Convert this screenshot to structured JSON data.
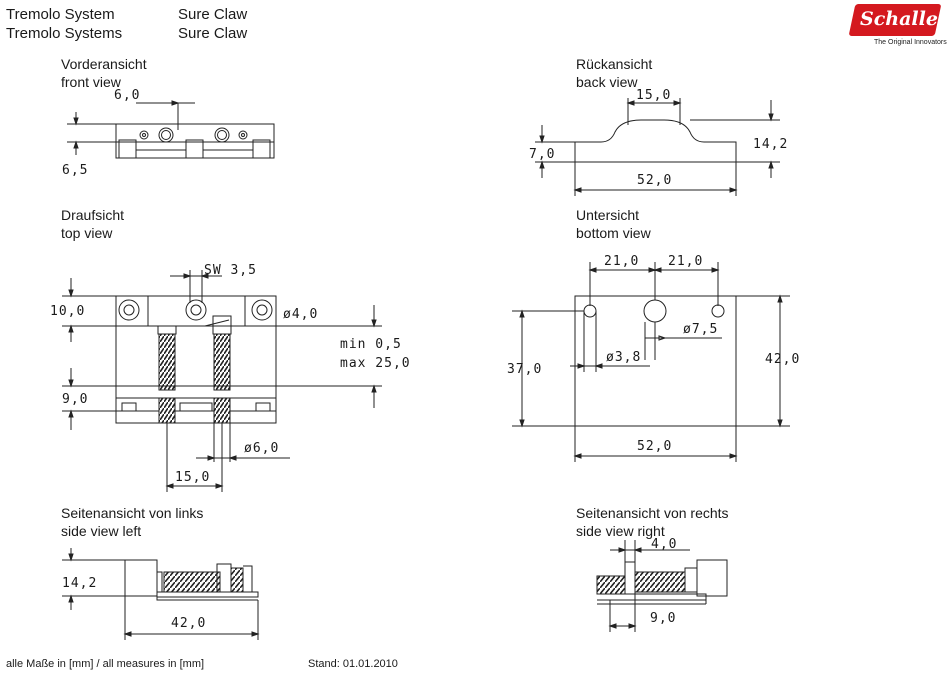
{
  "header": {
    "line1_left": "Tremolo System",
    "line1_right": "Sure Claw",
    "line2_left": "Tremolo Systems",
    "line2_right": "Sure Claw"
  },
  "logo": {
    "brand": "Schaller",
    "slogan": "The Original Innovators",
    "color": "#d4191f"
  },
  "views": {
    "front": {
      "de": "Vorderansicht",
      "en": "front view"
    },
    "back": {
      "de": "Rückansicht",
      "en": "back view"
    },
    "top": {
      "de": "Draufsicht",
      "en": "top view"
    },
    "bottom": {
      "de": "Untersicht",
      "en": "bottom view"
    },
    "side_left": {
      "de": "Seitenansicht von links",
      "en": "side view left"
    },
    "side_right": {
      "de": "Seitenansicht  von rechts",
      "en": "side view right"
    }
  },
  "dims": {
    "front_6_0": "6,0",
    "front_6_5": "6,5",
    "back_15_0": "15,0",
    "back_7_0": "7,0",
    "back_14_2": "14,2",
    "back_52_0": "52,0",
    "top_sw": "SW 3,5",
    "top_10_0": "10,0",
    "top_d4": "ø4,0",
    "top_min": "min 0,5",
    "top_max": "max 25,0",
    "top_9_0": "9,0",
    "top_d6": "ø6,0",
    "top_15_0": "15,0",
    "bottom_21_a": "21,0",
    "bottom_21_b": "21,0",
    "bottom_d7_5": "ø7,5",
    "bottom_d3_8": "ø3,8",
    "bottom_37_0": "37,0",
    "bottom_42_0": "42,0",
    "bottom_52_0": "52,0",
    "sl_14_2": "14,2",
    "sl_42_0": "42,0",
    "sr_4_0": "4,0",
    "sr_9_0": "9,0"
  },
  "footer": {
    "measures": "alle Maße in [mm] / all measures in [mm]",
    "date": "Stand: 01.01.2010"
  }
}
